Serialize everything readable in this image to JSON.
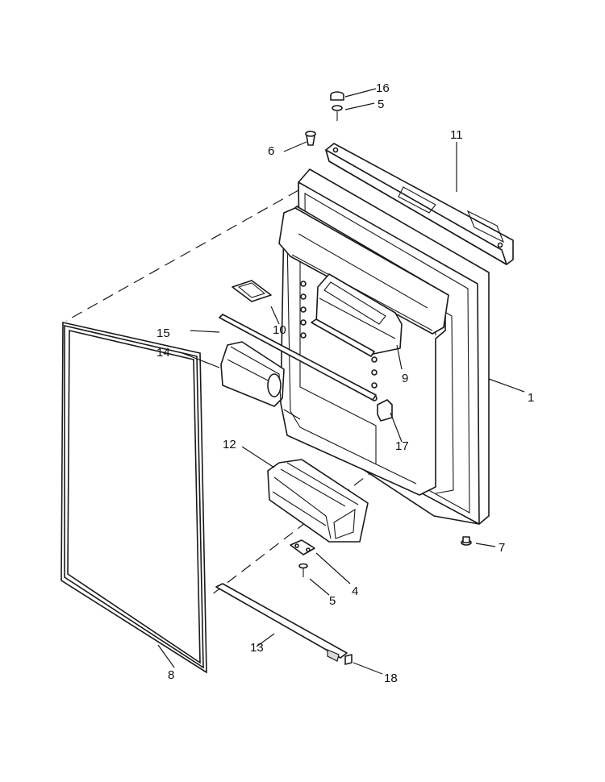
{
  "diagram": {
    "callouts": [
      {
        "id": "c1",
        "text": "1"
      },
      {
        "id": "c4",
        "text": "4"
      },
      {
        "id": "c5a",
        "text": "5"
      },
      {
        "id": "c5b",
        "text": "5"
      },
      {
        "id": "c6",
        "text": "6"
      },
      {
        "id": "c7",
        "text": "7"
      },
      {
        "id": "c8",
        "text": "8"
      },
      {
        "id": "c9",
        "text": "9"
      },
      {
        "id": "c10",
        "text": "10"
      },
      {
        "id": "c11",
        "text": "11"
      },
      {
        "id": "c12",
        "text": "12"
      },
      {
        "id": "c13",
        "text": "13"
      },
      {
        "id": "c14",
        "text": "14"
      },
      {
        "id": "c15",
        "text": "15"
      },
      {
        "id": "c16",
        "text": "16"
      },
      {
        "id": "c17",
        "text": "17"
      },
      {
        "id": "c18",
        "text": "18"
      }
    ]
  }
}
